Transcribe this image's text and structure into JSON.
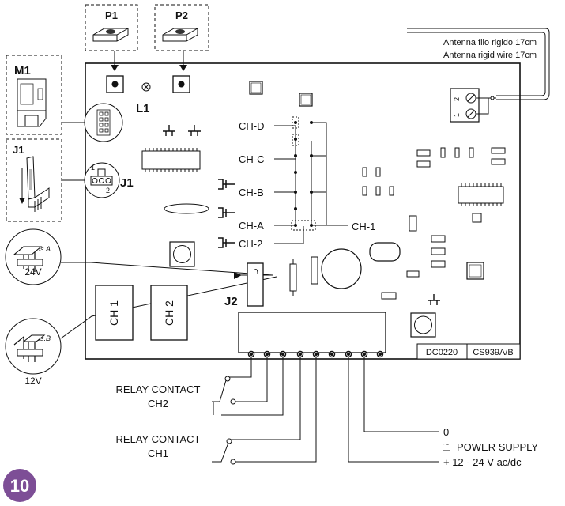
{
  "antenna": {
    "line1": "Antenna filo rigido 17cm",
    "line2": "Antenna rigid wire 17cm"
  },
  "buttons": {
    "p1": "P1",
    "p2": "P2"
  },
  "labels": {
    "m1": "M1",
    "l1": "L1",
    "j1_side": "J1",
    "j1_board": "J1",
    "j2": "J2",
    "j1_pin1": "1",
    "j1_pin2": "2",
    "term_2": "2",
    "term_1": "1"
  },
  "channels": {
    "ch_d": "CH-D",
    "ch_c": "CH-C",
    "ch_b": "CH-B",
    "ch_a": "CH-A",
    "ch_2": "CH-2",
    "ch_1": "CH-1"
  },
  "relays": {
    "ch1": "CH 1",
    "ch2": "CH 2"
  },
  "board_codes": {
    "code1": "DC0220",
    "code2": "CS939A/B"
  },
  "jumper_positions": {
    "pos_a": "Pos.A",
    "pos_b": "Pos.B",
    "v24": "24V",
    "v12": "12V"
  },
  "wiring": {
    "relay_ch2_line1": "RELAY CONTACT",
    "relay_ch2_line2": "CH2",
    "relay_ch1_line1": "RELAY CONTACT",
    "relay_ch1_line2": "CH1",
    "zero": "0",
    "power_symbol": "~",
    "power_supply": "POWER SUPPLY",
    "voltage": "+ 12 - 24 V ac/dc"
  },
  "figure_number": "10",
  "colors": {
    "badge": "#7d4e96",
    "line": "#111111"
  }
}
